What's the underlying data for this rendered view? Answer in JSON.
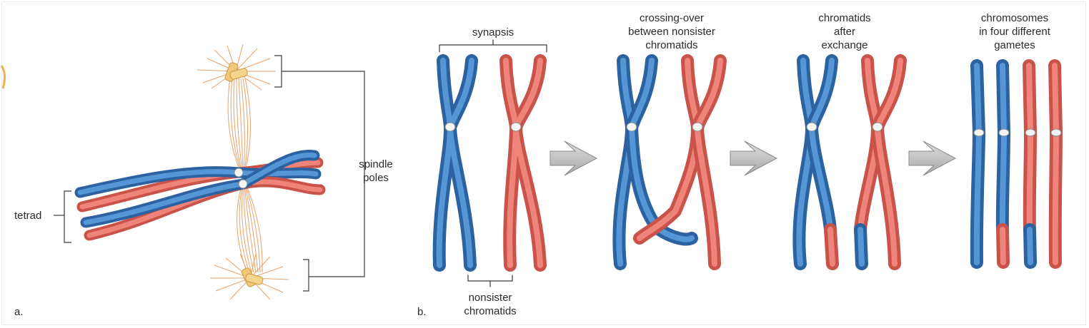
{
  "panel_a": {
    "marker": "a.",
    "tetrad_label": "tetrad",
    "spindle_line1": "spindle",
    "spindle_line2": "poles"
  },
  "panel_b": {
    "marker": "b.",
    "synapsis_label": "synapsis",
    "nonsister_line1": "nonsister",
    "nonsister_line2": "chromatids",
    "stage2_lines": [
      "crossing-over",
      "between nonsister",
      "chromatids"
    ],
    "stage3_lines": [
      "chromatids",
      "after",
      "exchange"
    ],
    "stage4_lines": [
      "chromosomes",
      "in four different",
      "gametes"
    ]
  },
  "colors": {
    "blue_chromatid": "#3a78b8",
    "red_chromatid": "#e0695f",
    "spindle_fiber": "#e8a26a",
    "centriole": "#f1c879",
    "arrow_fill": "#c8c8c8",
    "label_line": "#3a3a3a"
  }
}
